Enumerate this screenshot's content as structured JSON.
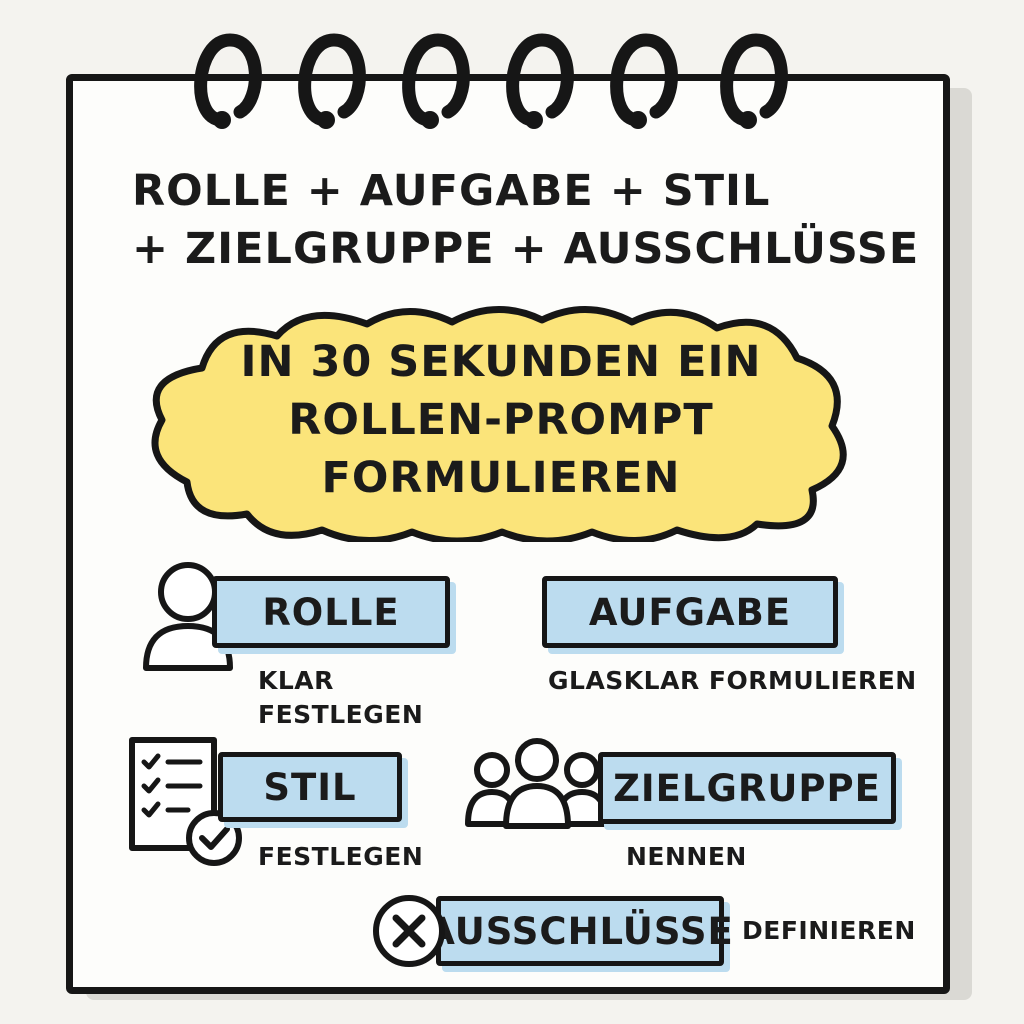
{
  "headline": {
    "line1": "ROLLE + AUFGABE + STIL",
    "line2": "+ ZIELGRUPPE + AUSSCHLÜSSE"
  },
  "cloud": {
    "line1": "IN 30 SEKUNDEN EIN",
    "line2": "ROLLEN-PROMPT",
    "line3": "FORMULIEREN",
    "color": "#fbe47a"
  },
  "items": [
    {
      "label": "ROLLE",
      "note_line1": "KLAR",
      "note_line2": "FESTLEGEN",
      "icon": "person-icon"
    },
    {
      "label": "AUFGABE",
      "note_line1": "GLASKLAR FORMULIEREN",
      "icon": ""
    },
    {
      "label": "STIL",
      "note_line1": "FESTLEGEN",
      "icon": "checklist-icon"
    },
    {
      "label": "ZIELGRUPPE",
      "note_line1": "NENNEN",
      "icon": "group-icon"
    },
    {
      "label": "AUSSCHLÜSSE",
      "note_line1": "DEFINIEREN",
      "icon": "x-circle-icon"
    }
  ],
  "colors": {
    "tag": "#bcdcef",
    "outline": "#161616",
    "paper": "#fdfdfb",
    "background": "#f4f3ef"
  }
}
